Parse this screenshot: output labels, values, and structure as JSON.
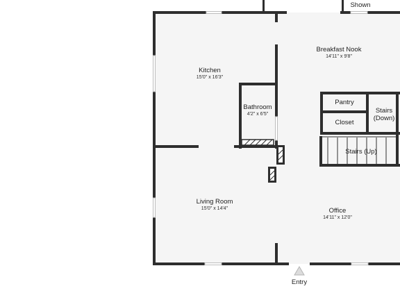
{
  "floorplan": {
    "colors": {
      "wall": "#2e2e2e",
      "floor": "#f5f5f5",
      "window": "#cfcfcf",
      "background": "#ffffff"
    },
    "rooms": {
      "kitchen": {
        "name": "Kitchen",
        "size": "15'0\" x 16'3\""
      },
      "breakfast_nook": {
        "name": "Breakfast Nook",
        "size": "14'11\" x 9'8\""
      },
      "bathroom": {
        "name": "Bathroom",
        "size": "4'2\" x 6'5\""
      },
      "living_room": {
        "name": "Living Room",
        "size": "15'0\" x 14'4\""
      },
      "office": {
        "name": "Office",
        "size": "14'11\" x 12'0\""
      },
      "pantry": {
        "name": "Pantry"
      },
      "closet": {
        "name": "Closet"
      },
      "stairs_down": {
        "name": "Stairs (Down)",
        "line1": "Stairs",
        "line2": "(Down)"
      },
      "stairs_up": {
        "name": "Stairs (Up)"
      }
    },
    "labels": {
      "shown": "Shown",
      "entry": "Entry"
    },
    "icons": {
      "entry_marker": "triangle-up-icon"
    }
  }
}
